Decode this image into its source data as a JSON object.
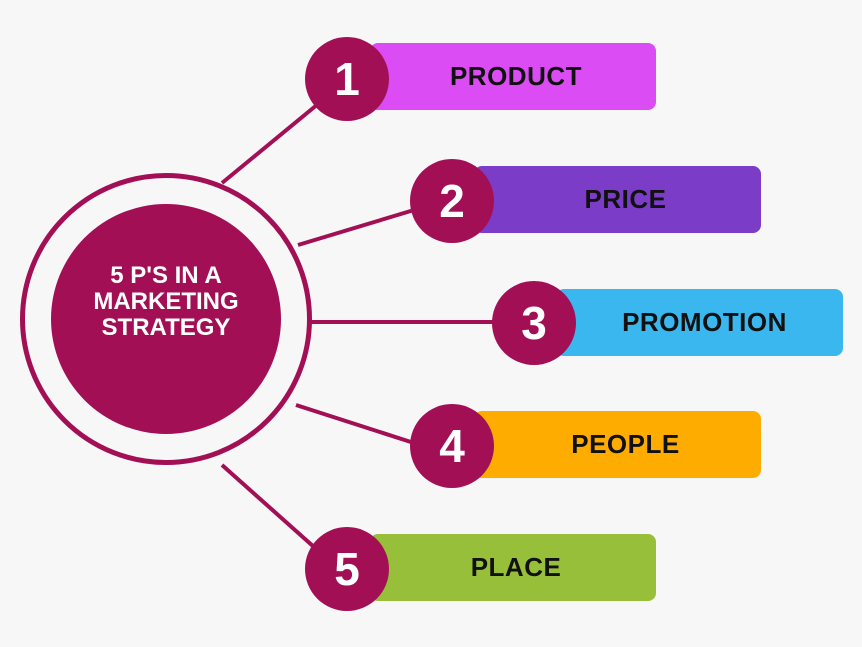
{
  "title": "5 P'S IN A MARKETING STRATEGY",
  "hub": {
    "lines": [
      "5 P'S IN A",
      "MARKETING",
      "STRATEGY"
    ],
    "color": "#a30f55"
  },
  "items": [
    {
      "number": "1",
      "label": "PRODUCT",
      "color": "#db4cf5"
    },
    {
      "number": "2",
      "label": "PRICE",
      "color": "#7b3cc8"
    },
    {
      "number": "3",
      "label": "PROMOTION",
      "color": "#3bb7ef"
    },
    {
      "number": "4",
      "label": "PEOPLE",
      "color": "#ffac00"
    },
    {
      "number": "5",
      "label": "PLACE",
      "color": "#97bf3a"
    }
  ],
  "colors": {
    "background": "#f7f7f7",
    "accent": "#a30f55",
    "text_dark": "#111111",
    "text_light": "#ffffff"
  }
}
